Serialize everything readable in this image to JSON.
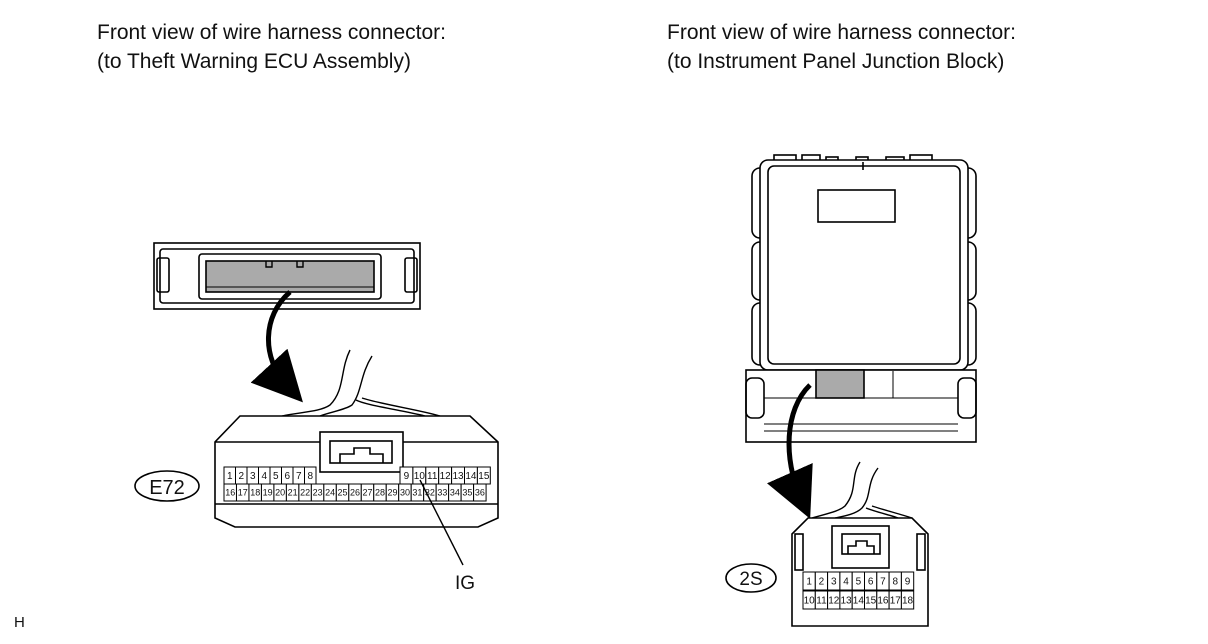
{
  "left_connector": {
    "caption_line1": "Front view of wire harness connector:",
    "caption_line2": "(to Theft Warning ECU Assembly)",
    "code": "E72",
    "callout": "IG",
    "top_row": [
      "1",
      "2",
      "3",
      "4",
      "5",
      "6",
      "7",
      "8",
      "9",
      "10",
      "11",
      "12",
      "13",
      "14",
      "15"
    ],
    "bottom_row": [
      "16",
      "17",
      "18",
      "19",
      "20",
      "21",
      "22",
      "23",
      "24",
      "25",
      "26",
      "27",
      "28",
      "29",
      "30",
      "31",
      "32",
      "33",
      "34",
      "35",
      "36"
    ]
  },
  "right_connector": {
    "caption_line1": "Front view of wire harness connector:",
    "caption_line2": "(to Instrument Panel Junction Block)",
    "code": "2S",
    "top_row": [
      "1",
      "2",
      "3",
      "4",
      "5",
      "6",
      "7",
      "8",
      "9"
    ],
    "bottom_row": [
      "10",
      "11",
      "12",
      "13",
      "14",
      "15",
      "16",
      "17",
      "18"
    ]
  },
  "figure_mark": "H"
}
